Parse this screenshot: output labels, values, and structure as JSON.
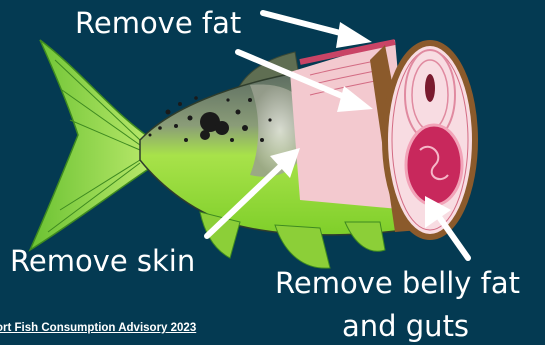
{
  "labels": {
    "remove_fat": "Remove fat",
    "remove_skin": "Remove skin",
    "remove_belly_fat_line1": "Remove belly fat",
    "remove_belly_fat_line2": "and guts"
  },
  "source_text": "ort Fish Consumption Advisory 2023",
  "colors": {
    "background": "#043a52",
    "fish_body": "#a6e043",
    "fish_back": "#6e7a5e",
    "flesh": "#f7d7de",
    "gut": "#c8285c",
    "arrow": "#ffffff"
  },
  "icons": [
    "fish-illustration",
    "arrow-fat-icon",
    "arrow-skin-icon",
    "arrow-belly-icon"
  ]
}
